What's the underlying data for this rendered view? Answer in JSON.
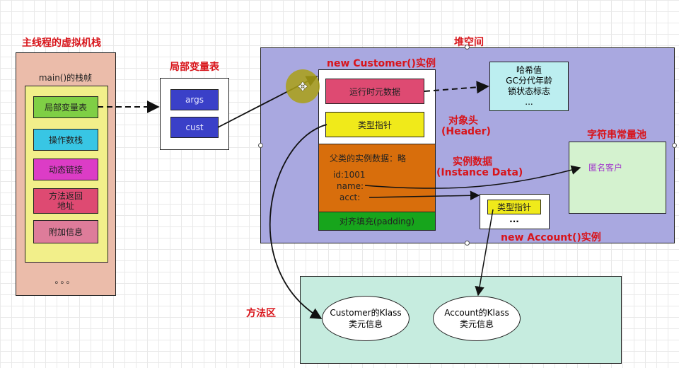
{
  "labels": {
    "main_thread_stack": "主线程的虚拟机栈",
    "local_var_table": "局部变量表",
    "heap": "堆空间",
    "customer_instance": "new Customer()实例",
    "object_header_cn": "对象头",
    "object_header_en": "(Header)",
    "instance_data_cn": "实例数据",
    "instance_data_en": "(Instance Data)",
    "string_pool": "字符串常量池",
    "account_instance": "new Account()实例",
    "method_area": "方法区"
  },
  "stack": {
    "frame_title": "main()的栈帧",
    "items": [
      "局部变量表",
      "操作数栈",
      "动态链接",
      "方法返回\n地址",
      "附加信息"
    ],
    "ellipsis": "。。。"
  },
  "local_vars": [
    "args",
    "cust"
  ],
  "customer": {
    "runtime_data": "运行时元数据",
    "type_pointer": "类型指针",
    "parent_data": "父类的实例数据：略",
    "fields": [
      "id:1001",
      "name:",
      "acct:"
    ],
    "padding": "对齐填充(padding)"
  },
  "header_info": [
    "哈希值",
    "GC分代年龄",
    "锁状态标志",
    "..."
  ],
  "string_pool_item": "匿名客户",
  "account": {
    "type_pointer": "类型指针",
    "ellipsis": "..."
  },
  "klass": [
    {
      "name": "Customer的Klass",
      "desc": "类元信息"
    },
    {
      "name": "Account的Klass",
      "desc": "类元信息"
    }
  ],
  "colors": {
    "stack_bg": "#ebbcaa",
    "frame_bg": "#f2ef8a",
    "heap_bg": "#a9a8e0",
    "customer_orange": "#d86e0c",
    "padding_green": "#17a51c",
    "pool_green": "#d4f2cf",
    "method_area": "#c6ecdf",
    "header_info_bg": "#bceef0"
  }
}
